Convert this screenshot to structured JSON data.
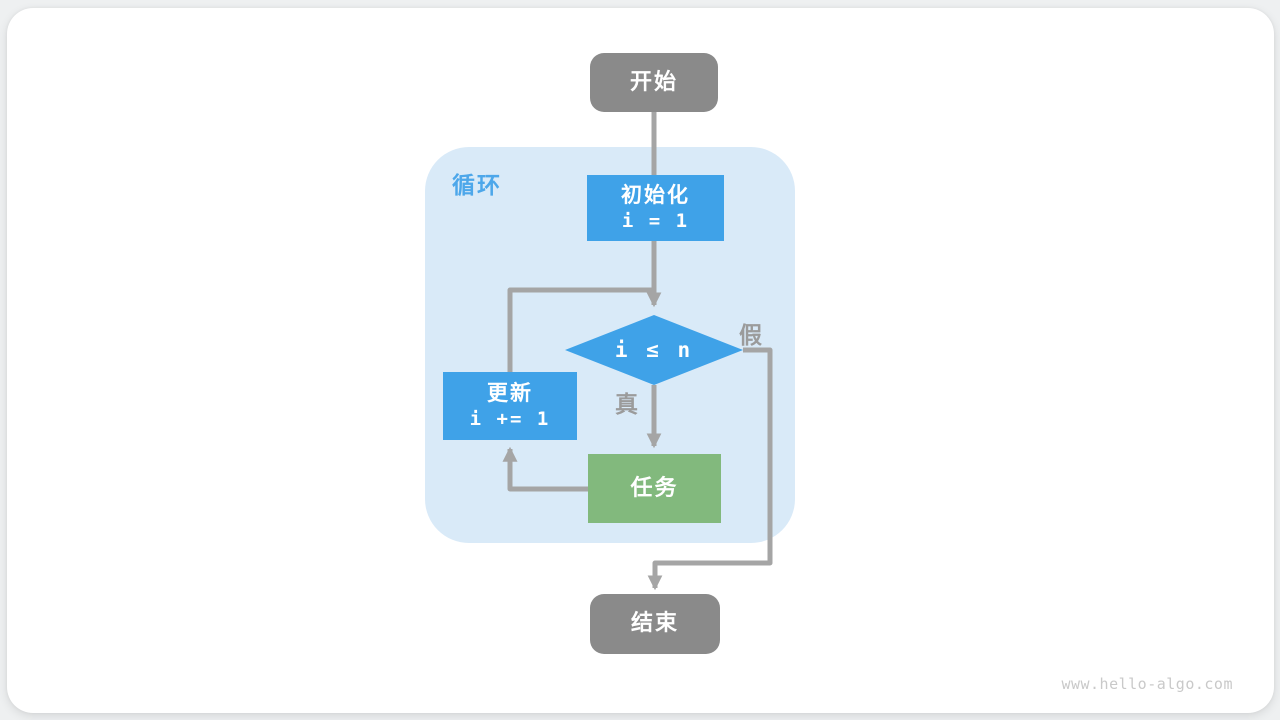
{
  "page": {
    "watermark": "www.hello-algo.com"
  },
  "flowchart": {
    "region": {
      "label": "循环"
    },
    "nodes": {
      "start": {
        "label": "开始"
      },
      "init": {
        "title": "初始化",
        "code": "i = 1"
      },
      "condition": {
        "code": "i ≤ n"
      },
      "task": {
        "label": "任务"
      },
      "update": {
        "title": "更新",
        "code": "i += 1"
      },
      "end": {
        "label": "结束"
      }
    },
    "branches": {
      "true_label": "真",
      "false_label": "假"
    },
    "colors": {
      "process_blue": "#3fa2e8",
      "process_green": "#82b97d",
      "terminal_gray": "#8a8a8a",
      "loop_region_bg": "#d9eaf8",
      "region_label_blue": "#4da7ea",
      "connector_gray": "#a5a5a5",
      "branch_label_gray": "#9b9b9b",
      "node_text": "#ffffff"
    }
  }
}
